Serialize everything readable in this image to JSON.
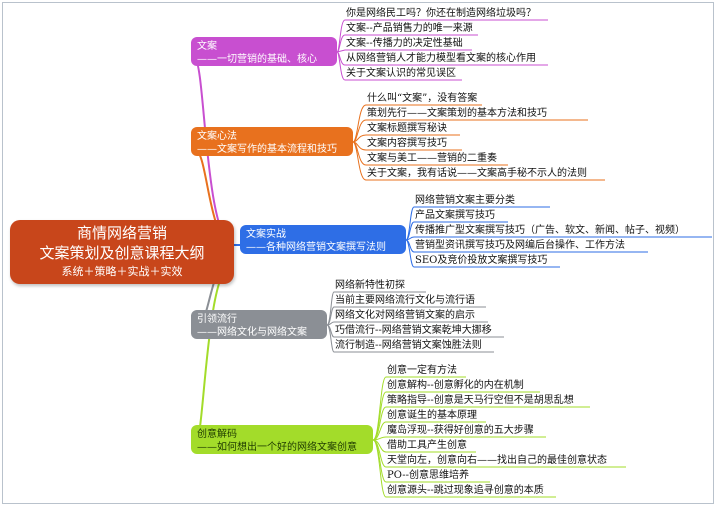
{
  "root": {
    "line1": "商情网络营销",
    "line2": "文案策划及创意课程大纲",
    "line3": "系统＋策略＋实战＋实效",
    "color": "#c8461b"
  },
  "branches": [
    {
      "title": "文案",
      "subtitle": "——一切营销的基础、核心",
      "color": "#c84fd0",
      "leaves": [
        "你是网络民工吗？你还在制造网络垃圾吗？",
        "文案--产品销售力的唯一来源",
        "文案--传播力的决定性基础",
        "从网络营销人才能力模型看文案的核心作用",
        "关于文案认识的常见误区"
      ]
    },
    {
      "title": "文案心法",
      "subtitle": "——文案写作的基本流程和技巧",
      "color": "#e8711e",
      "leaves": [
        "什么叫“文案”，没有答案",
        "策划先行——文案策划的基本方法和技巧",
        "文案标题撰写秘诀",
        "文案内容撰写技巧",
        "文案与美工——营销的二重奏",
        "关于文案，我有话说——文案高手秘不示人的法则"
      ]
    },
    {
      "title": "文案实战",
      "subtitle": "——各种网络营销文案撰写法则",
      "color": "#2e6ee6",
      "leaves": [
        "网络营销文案主要分类",
        "产品文案撰写技巧",
        "传播推广型文案撰写技巧（广告、软文、新闻、帖子、视频）",
        "营销型资讯撰写技巧及网编后台操作、工作方法",
        "SEO及竞价投放文案撰写技巧"
      ]
    },
    {
      "title": "引领流行",
      "subtitle": "——网络文化与网络文案",
      "color": "#8b8f95",
      "leaves": [
        "网络新特性初探",
        "当前主要网络流行文化与流行语",
        "网络文化对网络营销文案的启示",
        "巧借流行--网络营销文案乾坤大挪移",
        "流行制造--网络营销文案蚀胜法则"
      ]
    },
    {
      "title": "创意解码",
      "subtitle": "——如何想出一个好的网络文案创意",
      "color": "#a3dc2a",
      "leaves": [
        "创意一定有方法",
        "创意解构--创意孵化的内在机制",
        "策略指导--创意是天马行空但不是胡思乱想",
        "创意诞生的基本原理",
        "魔岛浮现--获得好创意的五大步骤",
        "借助工具产生创意",
        "天堂向左，创意向右——找出自己的最佳创意状态",
        "PO--创意思维培养",
        "创意源头--跳过现象追寻创意的本质"
      ]
    }
  ]
}
